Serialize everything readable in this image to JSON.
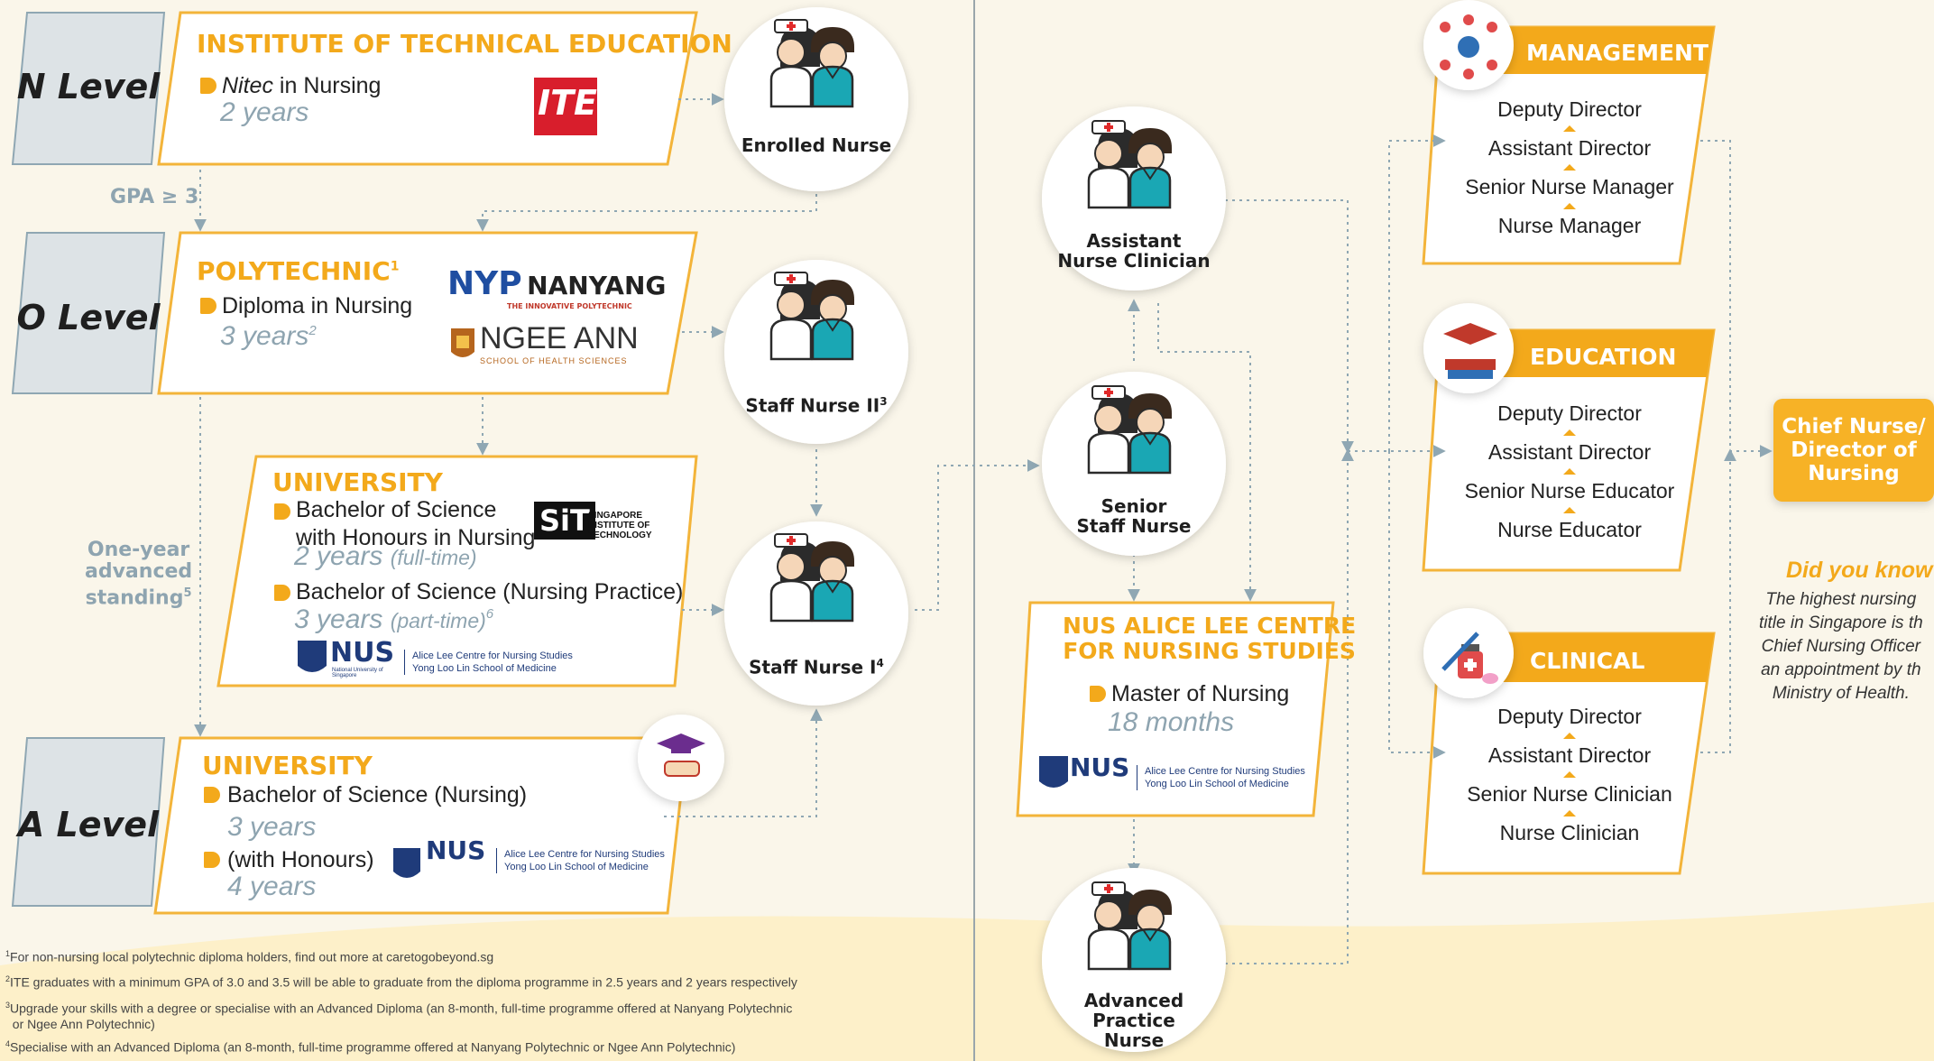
{
  "levels": {
    "n": "N Level",
    "o": "O Level",
    "a": "A Level"
  },
  "gpa_label": "GPA ≥ 3",
  "advanced_standing": [
    "One-year",
    "advanced",
    "standing",
    "5"
  ],
  "ite": {
    "title": "INSTITUTE OF TECHNICAL EDUCATION",
    "course_prefix": "Nitec",
    "course_suffix": " in Nursing",
    "duration": "2 years",
    "logo_text": "ITE"
  },
  "poly": {
    "title": "POLYTECHNIC",
    "title_sup": "1",
    "course": "Diploma in Nursing",
    "duration": "3 years",
    "duration_sup": "2",
    "logo1_a": "NYP",
    "logo1_b": "NANYANG",
    "logo1_c": "THE INNOVATIVE POLYTECHNIC",
    "logo2_a": "NGEE ANN",
    "logo2_b": "SCHOOL OF HEALTH SCIENCES"
  },
  "uni1": {
    "title": "UNIVERSITY",
    "course1_l1": "Bachelor of Science",
    "course1_l2": "with Honours in Nursing",
    "duration1": "2 years",
    "duration1_note": "(full-time)",
    "course2": "Bachelor of Science (Nursing Practice)",
    "duration2": "3 years",
    "duration2_note": "(part-time)",
    "duration2_sup": "6",
    "sit_logo": "SiT",
    "sit_l1": "SINGAPORE",
    "sit_l2": "INSTITUTE OF",
    "sit_l3": "TECHNOLOGY",
    "nus": "NUS",
    "nus_small": "National University of Singapore",
    "nus_l1": "Alice Lee Centre for Nursing Studies",
    "nus_l2": "Yong Loo Lin School of Medicine"
  },
  "uni2": {
    "title": "UNIVERSITY",
    "course1": "Bachelor of Science (Nursing)",
    "duration1": "3 years",
    "course2": "(with Honours)",
    "duration2": "4 years"
  },
  "nus_centre": {
    "title_l1": "NUS ALICE LEE CENTRE",
    "title_l2": "FOR NURSING STUDIES",
    "course": "Master of Nursing",
    "duration": "18 months"
  },
  "nurses": {
    "enrolled": "Enrolled Nurse",
    "sn2": "Staff Nurse II",
    "sn2_sup": "3",
    "sn1": "Staff Nurse I",
    "sn1_sup": "4",
    "anc_l1": "Assistant",
    "anc_l2": "Nurse Clinician",
    "ssn_l1": "Senior",
    "ssn_l2": "Staff Nurse",
    "apn_l1": "Advanced",
    "apn_l2": "Practice",
    "apn_l3": "Nurse"
  },
  "tracks": {
    "management": {
      "title": "MANAGEMENT",
      "roles": [
        "Deputy Director",
        "Assistant Director",
        "Senior Nurse Manager",
        "Nurse Manager"
      ]
    },
    "education": {
      "title": "EDUCATION",
      "roles": [
        "Deputy Director",
        "Assistant Director",
        "Senior Nurse Educator",
        "Nurse Educator"
      ]
    },
    "clinical": {
      "title": "CLINICAL",
      "roles": [
        "Deputy Director",
        "Assistant Director",
        "Senior Nurse Clinician",
        "Nurse Clinician"
      ]
    }
  },
  "chief": {
    "l1": "Chief Nurse/",
    "l2": "Director of",
    "l3": "Nursing"
  },
  "did_you_know": {
    "title": "Did you know?",
    "lines": [
      "The highest nursing",
      "title in Singapore is th",
      "Chief Nursing Officer",
      "an appointment by th",
      "Ministry of Health."
    ]
  },
  "footnotes": {
    "f1": "For non-nursing local polytechnic diploma holders, find out more at caretogobeyond.sg",
    "f2": "ITE graduates with a minimum GPA of 3.0 and 3.5 will be able to graduate from the diploma programme in 2.5 years and 2 years respectively",
    "f3a": "Upgrade your skills with a degree or specialise with an Advanced Diploma (an 8-month, full-time programme offered at Nanyang Polytechnic",
    "f3b": "or Ngee Ann Polytechnic)",
    "f4": "Specialise with an Advanced Diploma (an 8-month, full-time programme offered at Nanyang Polytechnic or Ngee Ann Polytechnic)",
    "n1": "1",
    "n2": "2",
    "n3": "3",
    "n4": "4"
  },
  "colors": {
    "accent": "#f3a91b",
    "muted": "#8ea4b0",
    "level_bg": "#dde3e6",
    "line": "#8fa7b3",
    "teal": "#1aa7b4"
  }
}
